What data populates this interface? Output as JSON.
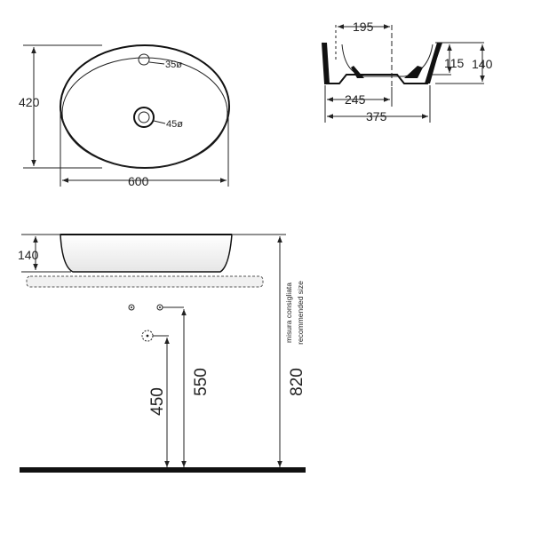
{
  "top_view": {
    "width": "600",
    "depth": "420",
    "tap_hole": "35ø",
    "drain_hole": "45ø"
  },
  "section_view": {
    "top_width": "195",
    "bottom_width": "245",
    "total_width": "375",
    "inner_height": "115",
    "outer_height": "140"
  },
  "elevation_view": {
    "basin_height": "140",
    "dim_450": "450",
    "dim_550": "550",
    "dim_820": "820",
    "recommended_it": "misura consigliata",
    "recommended_en": "recommended size"
  }
}
